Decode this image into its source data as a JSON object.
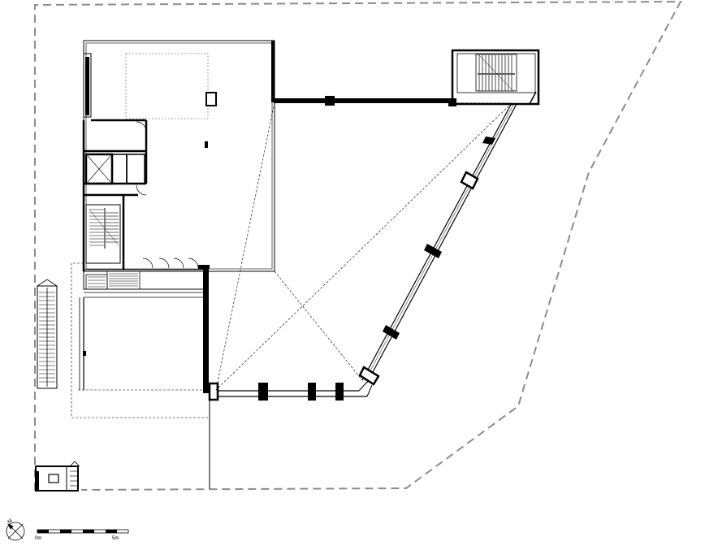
{
  "scale_bar": {
    "start_label": "0m",
    "end_label": "5m"
  },
  "north_arrow": {
    "label": "N"
  },
  "colors": {
    "line": "#000000",
    "background": "#ffffff",
    "boundary": "#8c8c8c"
  }
}
